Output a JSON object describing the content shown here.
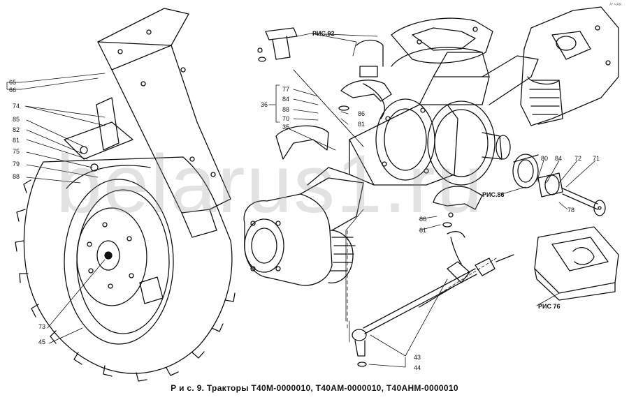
{
  "caption": "Р и с. 9. Тракторы Т40М-0000010, Т40АМ-0000010, Т40АНМ-0000010",
  "watermark": "belarus1.ru",
  "corner_mark": "А°·ЧАЯ",
  "callouts": {
    "n65": "65",
    "n66": "66",
    "n74": "74",
    "n85": "85",
    "n82": "82",
    "n81a": "81",
    "n75": "75",
    "n79": "79",
    "n88a": "88",
    "n73": "73",
    "n45": "45",
    "n77": "77",
    "n84a": "84",
    "n36": "36",
    "n88b": "88",
    "n70": "70",
    "n35": "35",
    "n86a": "86",
    "n81b": "81",
    "n86b": "86",
    "n81c": "81",
    "n80": "80",
    "n84b": "84",
    "n72": "72",
    "n71": "71",
    "n78": "78",
    "n43": "43",
    "n44": "44"
  },
  "refs": {
    "ris92": "РИС.92",
    "ris86": "РИС.86",
    "ris76": "РИС 76"
  }
}
